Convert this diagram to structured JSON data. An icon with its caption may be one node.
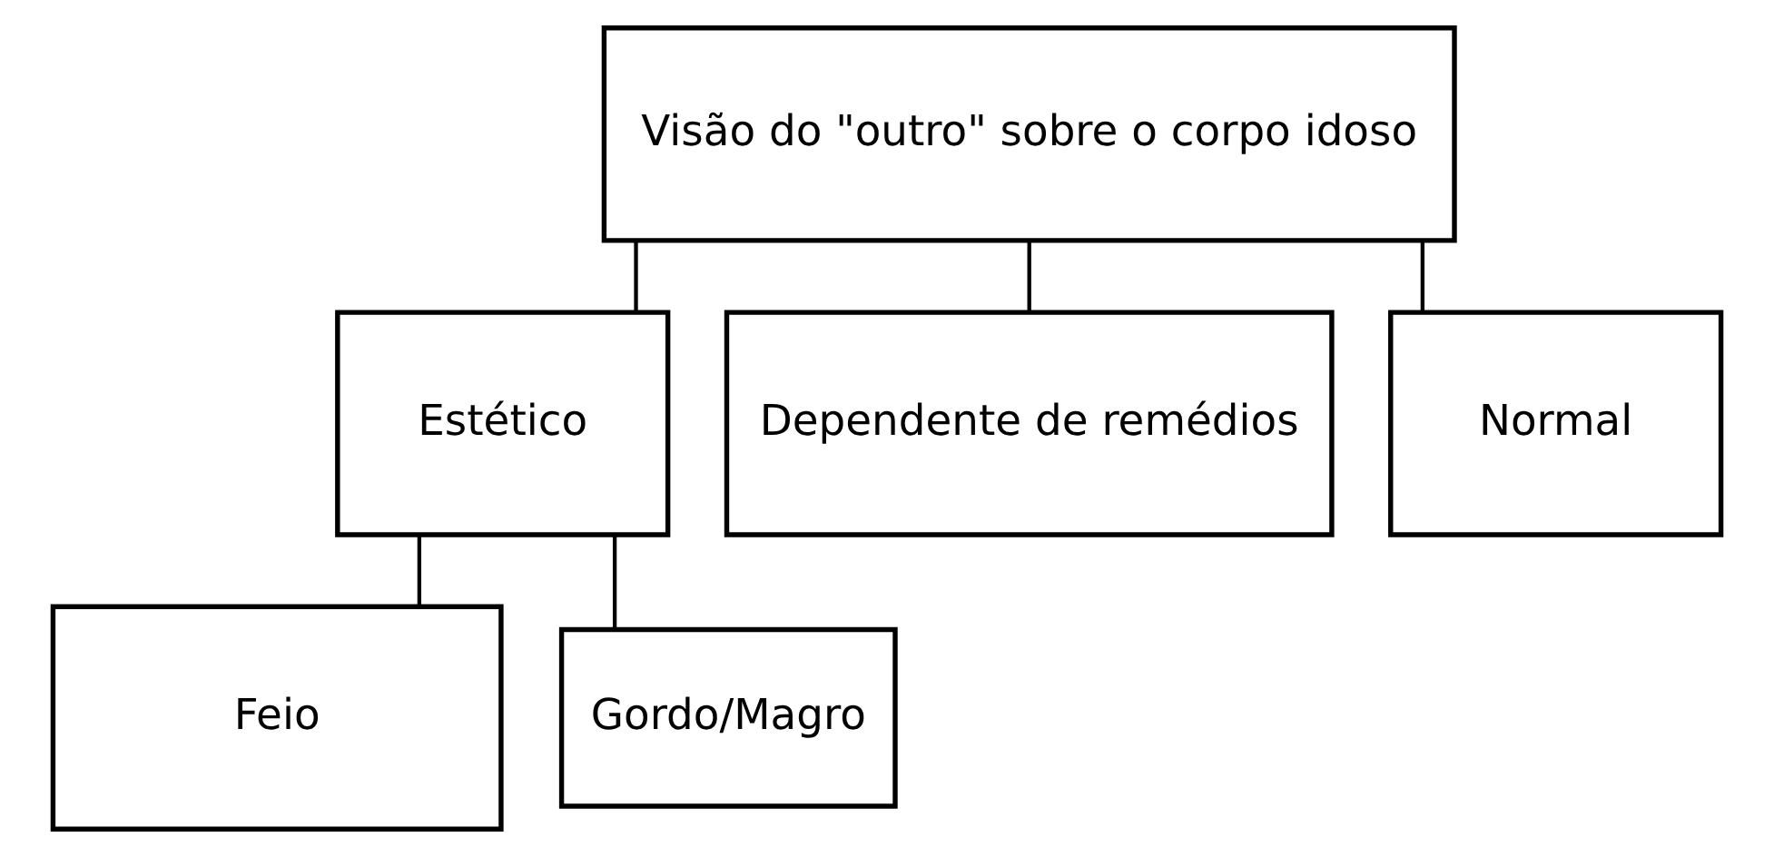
{
  "diagram": {
    "nodes": [
      {
        "text": [
          "Visão do \"outro\" sobre o corpo idoso"
        ]
      },
      {
        "text": [
          "Estético"
        ]
      },
      {
        "text": [
          "Dependente de remédios"
        ]
      },
      {
        "text": [
          "Normal"
        ]
      },
      {
        "text": [
          "Feio"
        ]
      },
      {
        "text": [
          "Gordo/Magro"
        ]
      }
    ],
    "edges": [
      {
        "from": 0,
        "to": 1,
        "arrow": "none"
      },
      {
        "from": 0,
        "to": 2,
        "arrow": "none"
      },
      {
        "from": 0,
        "to": 3,
        "arrow": "none"
      },
      {
        "from": 1,
        "to": 4,
        "arrow": "none"
      },
      {
        "from": 1,
        "to": 5,
        "arrow": "none"
      }
    ]
  }
}
